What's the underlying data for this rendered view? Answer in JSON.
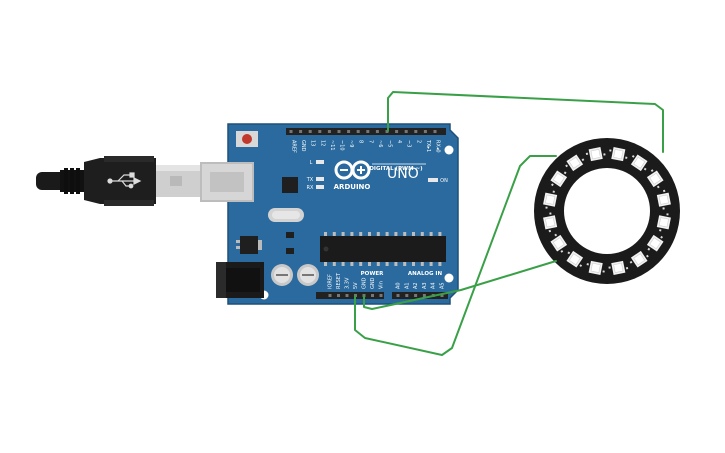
{
  "board": {
    "brand": "ARDUINO",
    "model": "UNO",
    "digital_header_label": "DIGITAL (PWM ~)",
    "power_label": "POWER",
    "analog_label": "ANALOG IN",
    "on_label": "ON",
    "l_label": "L",
    "tx_label": "TX",
    "rx_label": "RX",
    "digital_pins": [
      "AREF",
      "GND",
      "13",
      "12",
      "~11",
      "~10",
      "~9",
      "8",
      "7",
      "~6",
      "~5",
      "4",
      "~3",
      "2",
      "TX▸1",
      "RX◂0"
    ],
    "power_pins": [
      "IOREF",
      "RESET",
      "3.3V",
      "5V",
      "GND",
      "GND",
      "Vin"
    ],
    "analog_pins": [
      "A0",
      "A1",
      "A2",
      "A3",
      "A4",
      "A5"
    ]
  },
  "colors": {
    "board": "#2a6a9e",
    "board_dark": "#1d4f78",
    "wire": "#3aa048",
    "header": "#222222",
    "ring": "#1b1b1b",
    "usb_cable": "#1c1c1c",
    "usb_connector": "#cfcfcf"
  },
  "ring": {
    "pixel_count": 16
  }
}
